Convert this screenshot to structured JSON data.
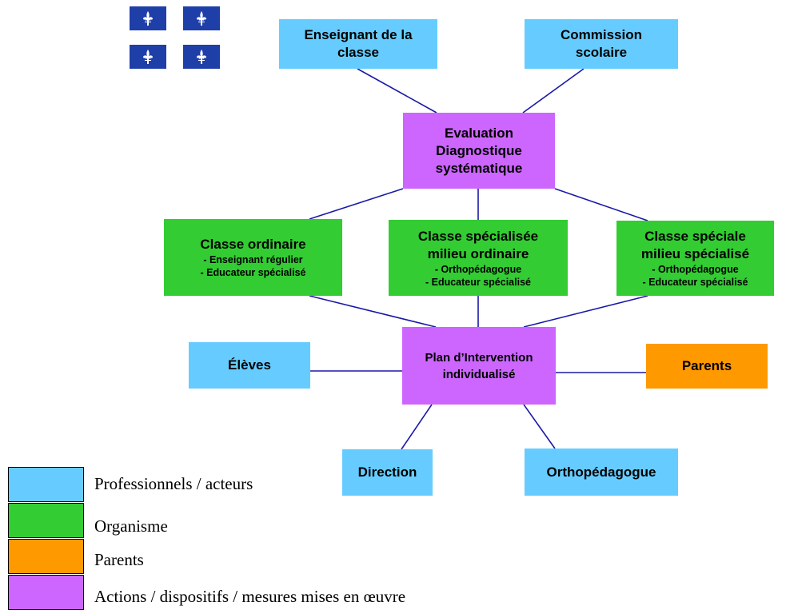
{
  "colors": {
    "professionnels": "#66ccff",
    "organisme": "#33cc33",
    "parents": "#ff9900",
    "actions": "#cc66ff",
    "edge": "#1a1aa6",
    "flag": "#1f3fa8"
  },
  "flag_icons": [
    "fleur-de-lis-icon",
    "fleur-de-lis-icon",
    "fleur-de-lis-icon",
    "fleur-de-lis-icon"
  ],
  "nodes": {
    "enseignant": {
      "title": "Enseignant de la\nclasse",
      "category": "professionnels"
    },
    "commission": {
      "title": "Commission\nscolaire",
      "category": "professionnels"
    },
    "evaluation": {
      "title": "Evaluation\nDiagnostique\nsystématique",
      "category": "actions"
    },
    "classe_ordinaire": {
      "title": "Classe ordinaire",
      "sub": "- Enseignant régulier\n- Educateur spécialisé",
      "category": "organisme"
    },
    "classe_specialisee": {
      "title": "Classe spécialisée\nmilieu ordinaire",
      "sub": "- Orthopédagogue\n- Educateur spécialisé",
      "category": "organisme"
    },
    "classe_speciale": {
      "title": "Classe spéciale\nmilieu spécialisé",
      "sub": "- Orthopédagogue\n- Educateur spécialisé",
      "category": "organisme"
    },
    "plan": {
      "title": "Plan d’Intervention\nindividualisé",
      "category": "actions"
    },
    "eleves": {
      "title": "Élèves",
      "category": "professionnels"
    },
    "parents": {
      "title": "Parents",
      "category": "parents"
    },
    "direction": {
      "title": "Direction",
      "category": "professionnels"
    },
    "orthopedagogue": {
      "title": "Orthopédagogue",
      "category": "professionnels"
    }
  },
  "edges": [
    [
      "enseignant",
      "evaluation"
    ],
    [
      "commission",
      "evaluation"
    ],
    [
      "evaluation",
      "classe_ordinaire"
    ],
    [
      "evaluation",
      "classe_specialisee"
    ],
    [
      "evaluation",
      "classe_speciale"
    ],
    [
      "classe_ordinaire",
      "plan"
    ],
    [
      "classe_specialisee",
      "plan"
    ],
    [
      "classe_speciale",
      "plan"
    ],
    [
      "eleves",
      "plan"
    ],
    [
      "parents",
      "plan"
    ],
    [
      "direction",
      "plan"
    ],
    [
      "orthopedagogue",
      "plan"
    ]
  ],
  "legend": [
    {
      "label": "Professionnels / acteurs",
      "category": "professionnels"
    },
    {
      "label": "Organisme",
      "category": "organisme"
    },
    {
      "label": "Parents",
      "category": "parents"
    },
    {
      "label": "Actions / dispositifs / mesures mises en œuvre",
      "category": "actions"
    }
  ]
}
